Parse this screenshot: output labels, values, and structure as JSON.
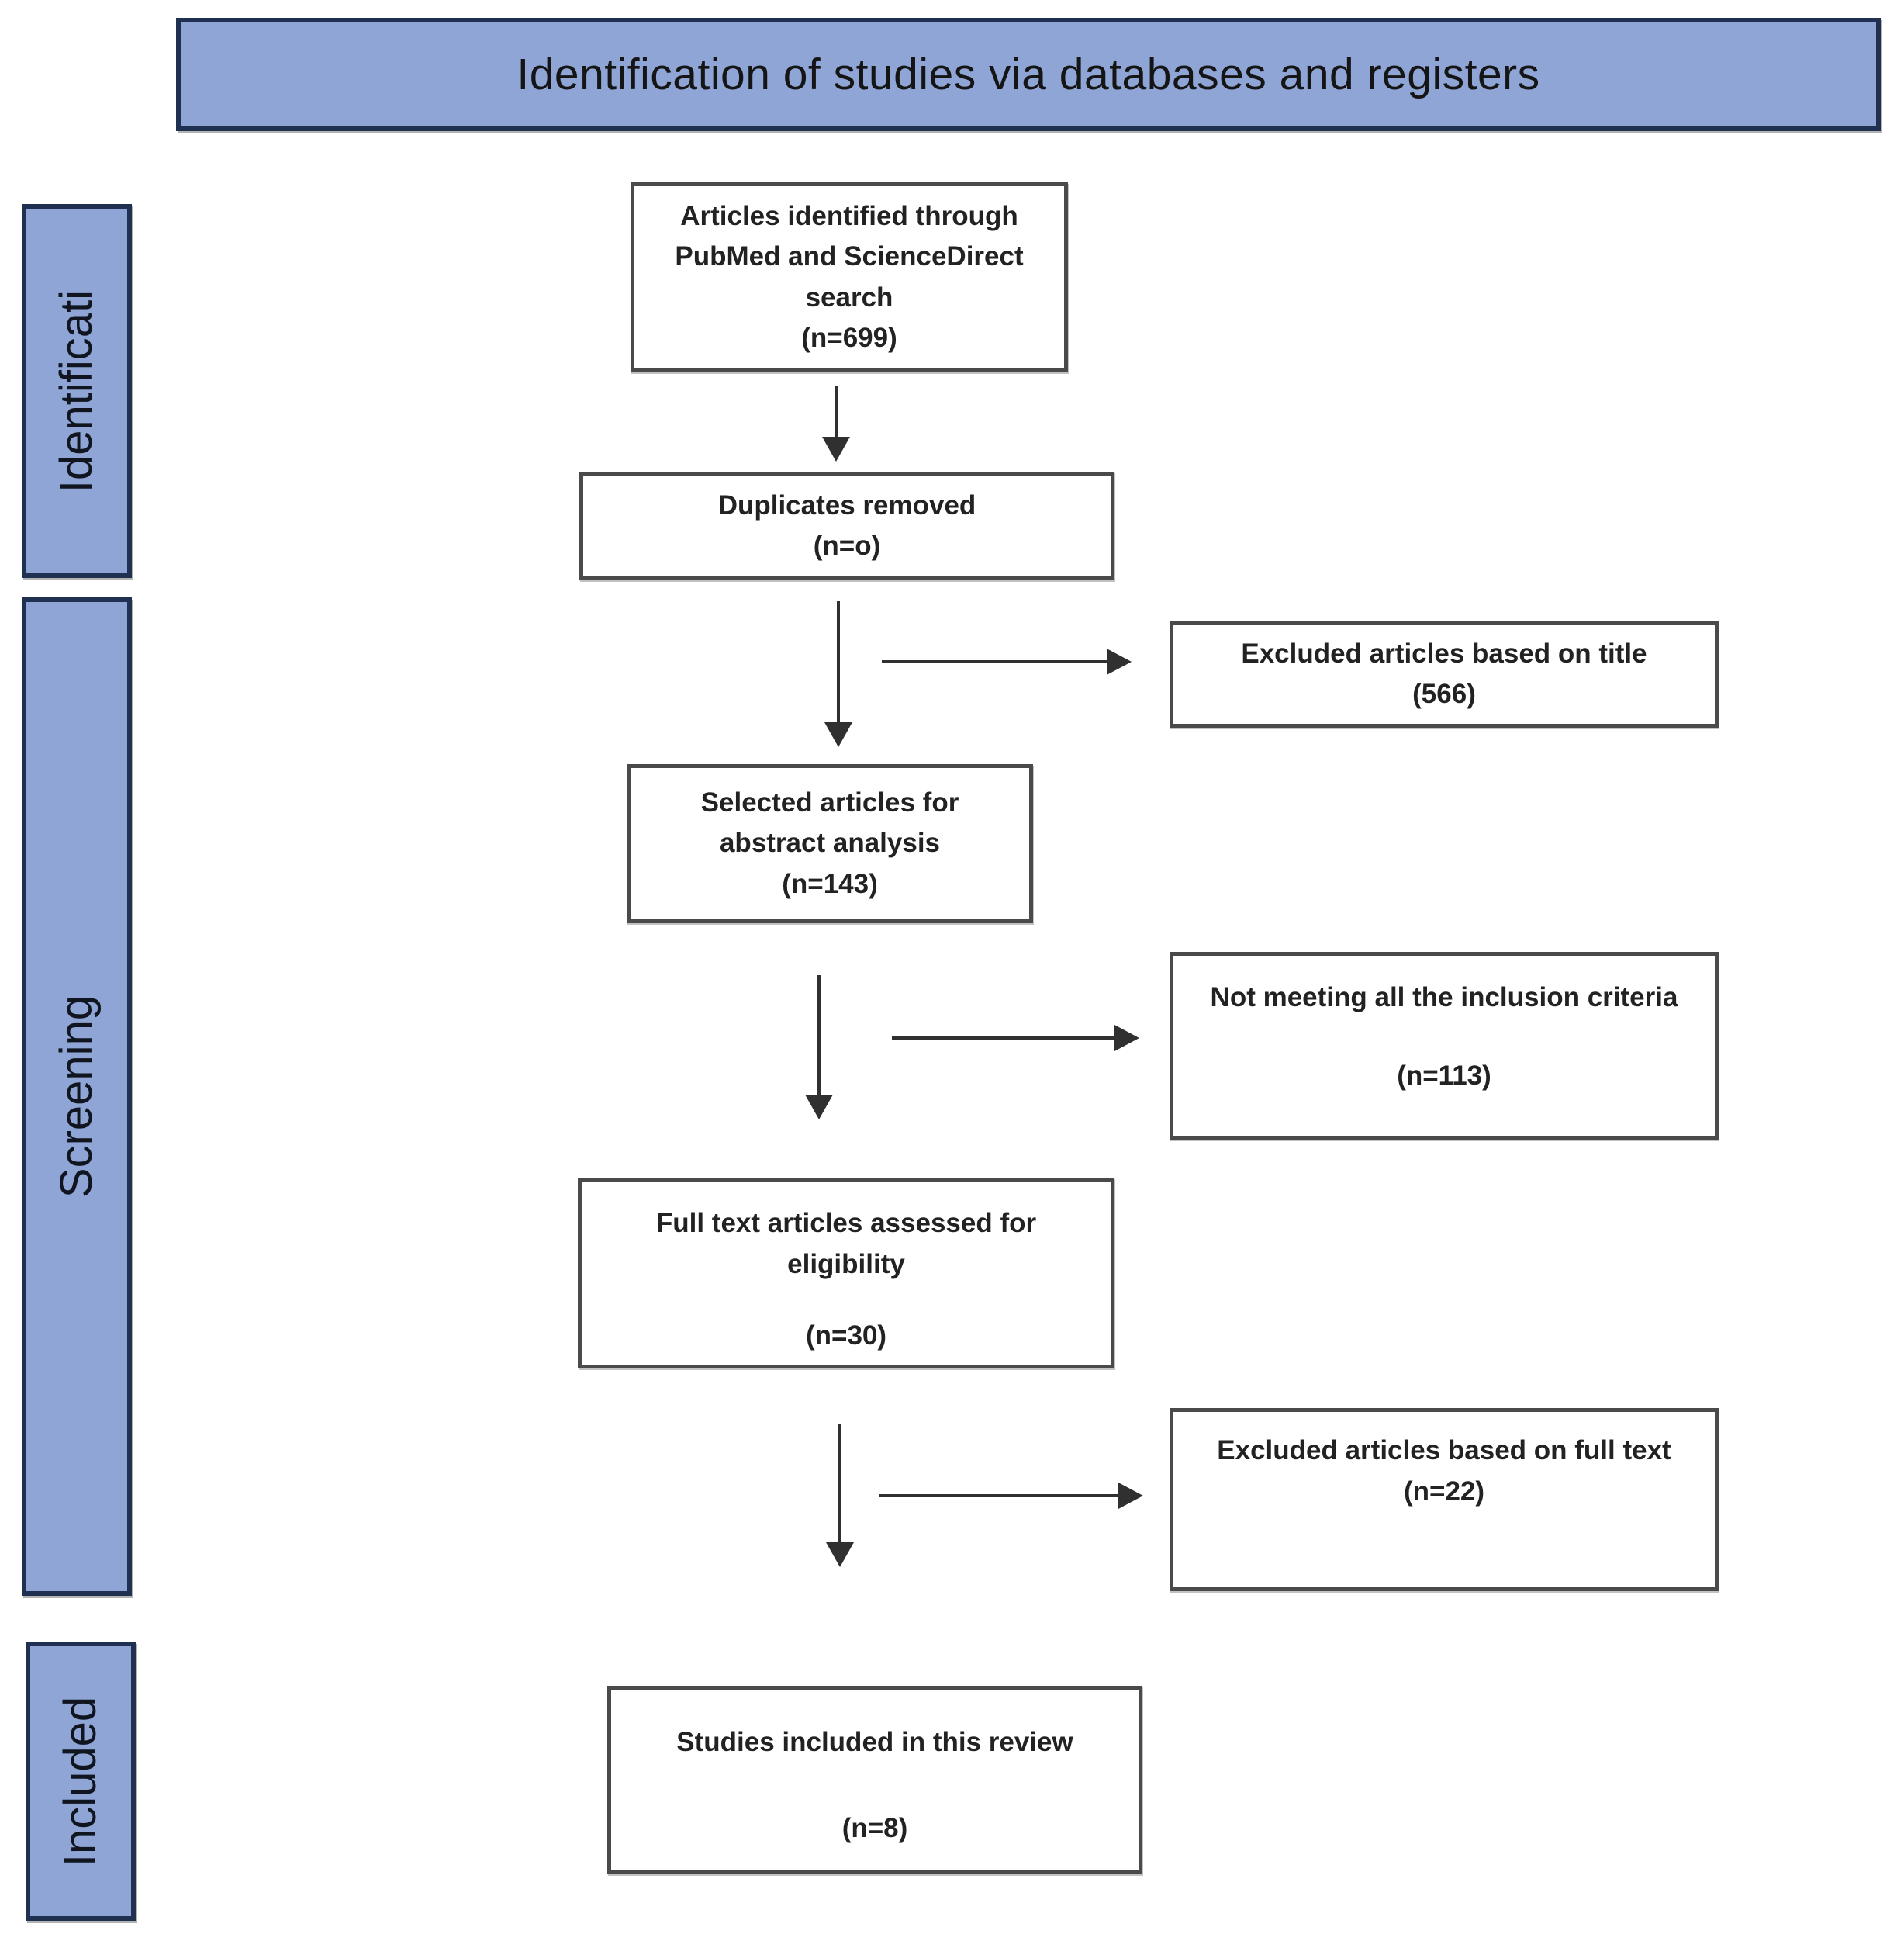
{
  "title": "Identification of studies via databases and registers",
  "sidebar": {
    "identification_label": "Identificati",
    "screening_label": "Screening",
    "included_label": "Included"
  },
  "flow_boxes": {
    "identified": {
      "text": "Articles identified through PubMed and ScienceDirect search",
      "count": "(n=699)"
    },
    "duplicates_removed": {
      "text": "Duplicates removed",
      "count": "(n=o)"
    },
    "abstract_analysis": {
      "text": "Selected articles for abstract analysis",
      "count": "(n=143)"
    },
    "full_text_assessed": {
      "text": "Full text articles assessed for eligibility",
      "count": "(n=30)"
    },
    "included_studies": {
      "text": "Studies included in this review",
      "count": "(n=8)"
    }
  },
  "excluded_boxes": {
    "by_title": {
      "text": "Excluded articles based on title",
      "count": "(566)"
    },
    "inclusion_criteria": {
      "text": "Not meeting all the inclusion criteria",
      "count": "(n=113)"
    },
    "by_full_text": {
      "text": "Excluded articles based on full text",
      "count": "(n=22)"
    }
  },
  "colors": {
    "band_fill": "#8EA5D6",
    "band_border": "#1F3050",
    "box_border": "#4A4A4A",
    "arrow": "#303030",
    "text": "#1F1F1F"
  }
}
